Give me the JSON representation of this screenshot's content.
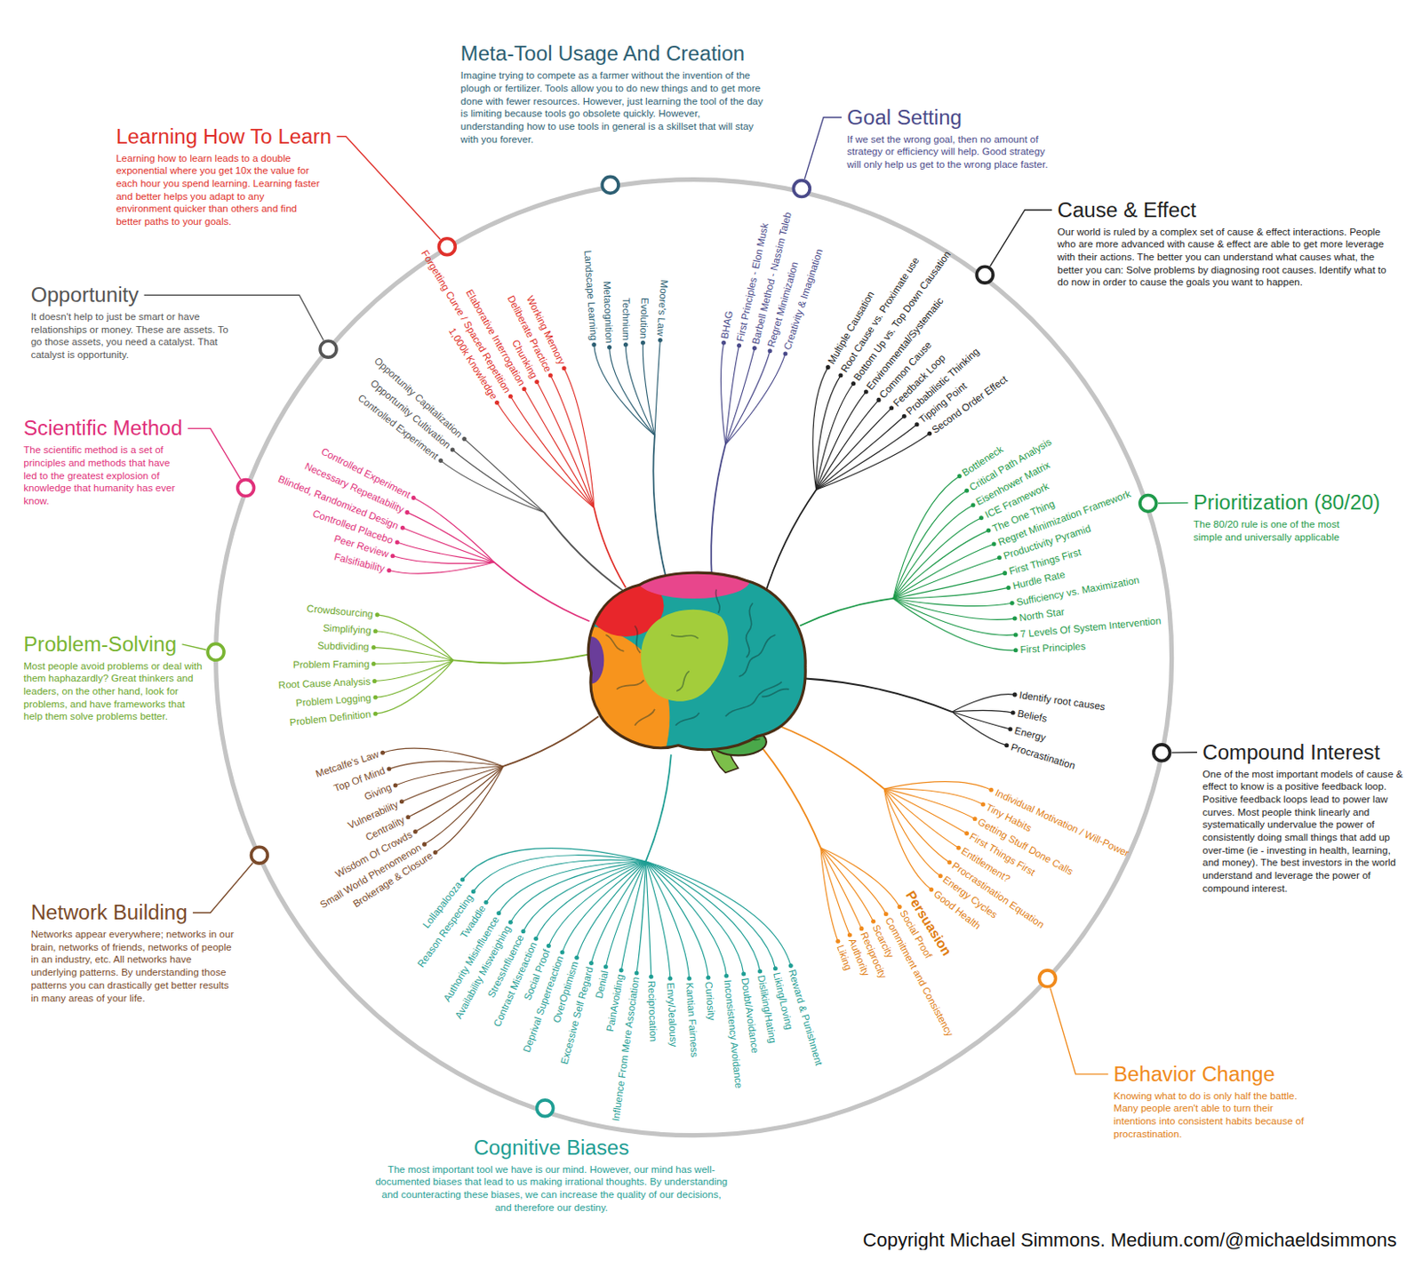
{
  "diagram": {
    "nodes": [
      {
        "text": [
          "Meta-Tool Usage And Creation",
          "Imagine trying to compete as a farmer without the invention of the plough or fertilizer. Tools allow you to do new things and to get more done with fewer resources. However, just learning the tool of the day is limiting because tools go obsolete quickly. However, understanding how to use tools in general is a skillset that will stay with you forever."
        ]
      },
      {
        "text": [
          "Goal Setting",
          "If we set the wrong goal, then no amount of strategy or efficiency will help. Good strategy will only help us get to the wrong place faster."
        ]
      },
      {
        "text": [
          "Learning How To Learn",
          "Learning how to learn leads to a double exponential where you get 10x the value for each hour you spend learning. Learning faster and better helps you adapt to any environment quicker than others and find better paths to your goals."
        ]
      },
      {
        "text": [
          "Cause & Effect",
          "Our world is ruled by a complex set of cause & effect interactions. People who are more advanced with cause & effect are able to get more leverage with their actions. The better you can understand what causes what, the better you can: Solve problems by diagnosing root causes. Identify what to do now in order to cause the goals you want to happen."
        ]
      },
      {
        "text": [
          "Opportunity",
          "It doesn't help to just be smart or have relationships or money. These are assets. To go those assets, you need a catalyst. That catalyst is opportunity."
        ]
      },
      {
        "text": [
          "Scientific Method",
          "The scientific method is a set of principles and methods that have led to the greatest explosion of knowledge that humanity has ever know."
        ]
      },
      {
        "text": [
          "Prioritization (80/20)",
          "The 80/20 rule is one of the most simple and universally applicable"
        ]
      },
      {
        "text": [
          "Problem-Solving",
          "Most people avoid problems or deal with them haphazardly? Great thinkers and leaders, on the other hand, look for problems, and have frameworks that help them solve problems better."
        ]
      },
      {
        "text": [
          "Compound Interest",
          "One of the most important models of cause & effect to know is a positive feedback loop. Positive feedback loops lead to power law curves. Most people think linearly and systematically undervalue the power of consistently doing small things that add up over-time (ie - investing in health, learning, and money). The best investors in the world understand and leverage the power of compound interest."
        ]
      },
      {
        "text": [
          "Network Building",
          "Networks appear everywhere; networks in our brain, networks of friends, networks of people in an industry, etc. All networks have underlying patterns. By understanding those patterns you can drastically get better results in many areas of your life."
        ]
      },
      {
        "text": [
          "Behavior Change",
          "Knowing what to do is only half the battle. Many people aren't able to turn their intentions into consistent habits because of procrastination."
        ]
      },
      {
        "text": [
          "Cognitive Biases",
          "The most important tool we have is our mind. However, our mind has well-documented biases that lead to us making irrational thoughts. By understanding and counteracting these biases, we can increase the quality of our decisions, and therefore our destiny."
        ]
      }
    ],
    "labels": [
      "Working Memory",
      "Deliberate Practice",
      "Chunking",
      "Elaborative Interrogation",
      "Forgetting Curve / Spaced Repetition",
      "1,000k Knowledge",
      "Landscape Learning",
      "Metacognition",
      "Technium",
      "Evolution",
      "Moore's Law",
      "BHAG",
      "First Principles - Elon Musk",
      "Barbell Method - Nassim Taleb",
      "Regret Minimization",
      "Creativity & Imagination",
      "Multiple Causation",
      "Root Cause vs. Proximate use",
      "Bottom Up vs. Top Down Causation",
      "Environmental/Systematic",
      "Common Cause",
      "Feedback Loop",
      "Probabilistic Thinking",
      "Tipping Point",
      "Second Order Effect",
      "Opportunity Capitalization",
      "Opportunity Cultivation",
      "Controlled Experiment",
      "Controlled Experiment",
      "Necessary Repeatability",
      "Blinded, Randomized Design",
      "Controlled Placebo",
      "Peer Review",
      "Falsifiability",
      "Bottleneck",
      "Critical Path Analysis",
      "Eisenhower Matrix",
      "ICE Framework",
      "The One Thing",
      "Regret Minimization Framework",
      "Productivity Pyramid",
      "First Things First",
      "Hurdle Rate",
      "Sufficiency vs. Maximization",
      "North Star",
      "7 Levels Of System Intervention",
      "First Principles",
      "Crowdsourcing",
      "Simplifying",
      "Subdividing",
      "Problem Framing",
      "Root Cause Analysis",
      "Problem Logging",
      "Problem Definition",
      "Identify root causes",
      "Beliefs",
      "Energy",
      "Procrastination",
      "Metcalfe's Law",
      "Top Of Mind",
      "Giving",
      "Vulnerability",
      "Centrality",
      "Wisdom Of Crowds",
      "Small World Phenomenon",
      "Brokerage & Closure",
      "Individual Motivation / Will-Power",
      "Tiny Habits",
      "Getting Stuff Done Calls",
      "First Things First",
      "Entitlement?",
      "Procrastination Equation",
      "Energy Cycles",
      "Good Health",
      "Persuasion",
      "Social Proof",
      "Commitment and Consistency",
      "Scarcity",
      "Reciprocity",
      "Authority",
      "Liking",
      "Lollapalooza",
      "Reason Respecting",
      "Twaddle",
      "Authority Misinfluence",
      "Availability Misweighing",
      "StressInfluence",
      "Contrast Misreaction",
      "Social Proof",
      "Deprival Superreaction",
      "OverOptimism",
      "Excessive Self Regard",
      "Denial",
      "PainAvoiding",
      "Influence From Mere Association",
      "Reciprocation",
      "Envy/Jealousy",
      "Kantian Fairness",
      "Curiosity",
      "Inconsistency Avoidance",
      "Doubt/Avoidance",
      "Disliking/Hating",
      "Liking/Loving",
      "Reward & Punishment",
      "Copyright Michael Simmons. Medium.com/@michaeldsimmons"
    ]
  }
}
